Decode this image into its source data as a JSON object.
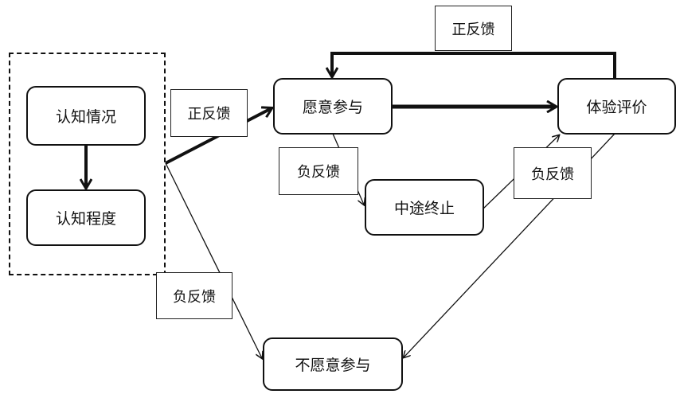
{
  "nodes": {
    "awareness_status": "认知情况",
    "awareness_level": "认知程度",
    "willing": "愿意参与",
    "evaluation": "体验评价",
    "dropout": "中途终止",
    "unwilling": "不愿意参与"
  },
  "labels": {
    "positive_top": "正反馈",
    "positive_left": "正反馈",
    "negative_mid": "负反馈",
    "negative_right": "负反馈",
    "negative_bottom": "负反馈"
  }
}
